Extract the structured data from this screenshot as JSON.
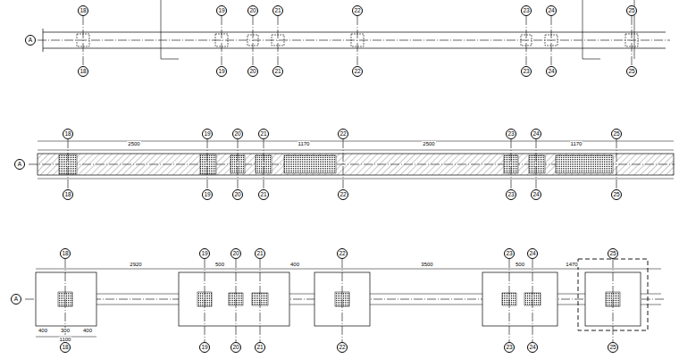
{
  "diagram": {
    "nodes": [
      {
        "text": [
          "18"
        ]
      },
      {
        "text": [
          "19"
        ]
      },
      {
        "text": [
          "20"
        ]
      },
      {
        "text": [
          "21"
        ]
      },
      {
        "text": [
          "22"
        ]
      },
      {
        "text": [
          "23"
        ]
      },
      {
        "text": [
          "24"
        ]
      },
      {
        "text": [
          "25"
        ]
      },
      {
        "text": [
          "A"
        ]
      },
      {
        "text": [
          "18"
        ]
      },
      {
        "text": [
          "19"
        ]
      },
      {
        "text": [
          "20"
        ]
      },
      {
        "text": [
          "21"
        ]
      },
      {
        "text": [
          "22"
        ]
      },
      {
        "text": [
          "23"
        ]
      },
      {
        "text": [
          "24"
        ]
      },
      {
        "text": [
          "25"
        ]
      },
      {
        "text": [
          "18"
        ]
      },
      {
        "text": [
          "19"
        ]
      },
      {
        "text": [
          "20"
        ]
      },
      {
        "text": [
          "21"
        ]
      },
      {
        "text": [
          "22"
        ]
      },
      {
        "text": [
          "23"
        ]
      },
      {
        "text": [
          "24"
        ]
      },
      {
        "text": [
          "25"
        ]
      },
      {
        "text": [
          "A"
        ]
      },
      {
        "text": [
          "18"
        ]
      },
      {
        "text": [
          "19"
        ]
      },
      {
        "text": [
          "20"
        ]
      },
      {
        "text": [
          "21"
        ]
      },
      {
        "text": [
          "22"
        ]
      },
      {
        "text": [
          "23"
        ]
      },
      {
        "text": [
          "24"
        ]
      },
      {
        "text": [
          "25"
        ]
      },
      {
        "text": [
          "18"
        ]
      },
      {
        "text": [
          "19"
        ]
      },
      {
        "text": [
          "20"
        ]
      },
      {
        "text": [
          "21"
        ]
      },
      {
        "text": [
          "22"
        ]
      },
      {
        "text": [
          "23"
        ]
      },
      {
        "text": [
          "24"
        ]
      },
      {
        "text": [
          "25"
        ]
      },
      {
        "text": [
          "A"
        ]
      },
      {
        "text": [
          "18"
        ]
      },
      {
        "text": [
          "19"
        ]
      },
      {
        "text": [
          "20"
        ]
      },
      {
        "text": [
          "21"
        ]
      },
      {
        "text": [
          "22"
        ]
      },
      {
        "text": [
          "23"
        ]
      },
      {
        "text": [
          "24"
        ]
      },
      {
        "text": [
          "25"
        ]
      }
    ],
    "edges": [
      {
        "from": 0,
        "to": 9,
        "arrow": "none"
      },
      {
        "from": 1,
        "to": 10,
        "arrow": "none"
      },
      {
        "from": 2,
        "to": 11,
        "arrow": "none"
      },
      {
        "from": 3,
        "to": 12,
        "arrow": "none"
      },
      {
        "from": 4,
        "to": 13,
        "arrow": "none"
      },
      {
        "from": 5,
        "to": 14,
        "arrow": "none"
      },
      {
        "from": 6,
        "to": 15,
        "arrow": "none"
      },
      {
        "from": 7,
        "to": 16,
        "arrow": "none"
      },
      {
        "from": 17,
        "to": 26,
        "arrow": "none"
      },
      {
        "from": 18,
        "to": 27,
        "arrow": "none"
      },
      {
        "from": 19,
        "to": 28,
        "arrow": "none"
      },
      {
        "from": 20,
        "to": 29,
        "arrow": "none"
      },
      {
        "from": 21,
        "to": 30,
        "arrow": "none"
      },
      {
        "from": 22,
        "to": 31,
        "arrow": "none"
      },
      {
        "from": 23,
        "to": 32,
        "arrow": "none"
      },
      {
        "from": 24,
        "to": 33,
        "arrow": "none"
      },
      {
        "from": 34,
        "to": 43,
        "arrow": "none"
      },
      {
        "from": 35,
        "to": 44,
        "arrow": "none"
      },
      {
        "from": 36,
        "to": 45,
        "arrow": "none"
      },
      {
        "from": 37,
        "to": 46,
        "arrow": "none"
      },
      {
        "from": 38,
        "to": 47,
        "arrow": "none"
      },
      {
        "from": 39,
        "to": 48,
        "arrow": "none"
      },
      {
        "from": 40,
        "to": 49,
        "arrow": "none"
      },
      {
        "from": 41,
        "to": 50,
        "arrow": "none"
      }
    ],
    "labels": [
      "2500",
      "1170",
      "2500",
      "1170",
      "2920",
      "500",
      "400",
      "3500",
      "500",
      "1470",
      "400",
      "300",
      "400",
      "1100"
    ]
  }
}
